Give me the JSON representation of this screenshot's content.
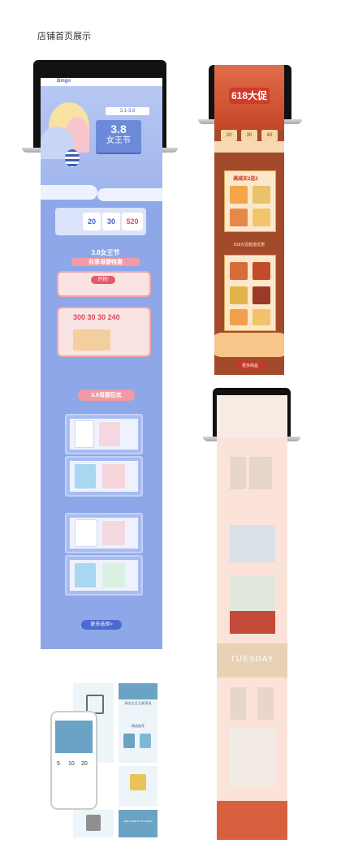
{
  "page": {
    "title": "店铺首页展示"
  },
  "blue_store": {
    "header_brand": "Bingo",
    "date_tag": "3.1-3.8 ",
    "hero_title": "3.8",
    "hero_subtitle": "女王节",
    "coupons": [
      {
        "value": "20"
      },
      {
        "value": "30"
      },
      {
        "value": "520"
      }
    ],
    "banner_title": "3.8女王节",
    "banner_subtitle": "共享母婴特惠",
    "grab_label": "开抢!",
    "price_row": [
      "300",
      "30",
      "30",
      "240"
    ],
    "section_title": "3.8母婴狂欢",
    "more_button": "更多选择>"
  },
  "red_store": {
    "hero_title": "618大促",
    "coupons": [
      "20",
      "30",
      "40"
    ],
    "promo_label": "满减买2送2",
    "section_label": "618大促超值优惠",
    "footer_button": "更多商品"
  },
  "fashion_store": {
    "banner_title": "TUESDAY"
  },
  "furniture": {
    "headline": "椅出生活 品质家具",
    "prices": [
      "5",
      "10",
      "20"
    ],
    "section_label": "精选推荐",
    "welcome": "WELCOME TO MY SHOP"
  }
}
